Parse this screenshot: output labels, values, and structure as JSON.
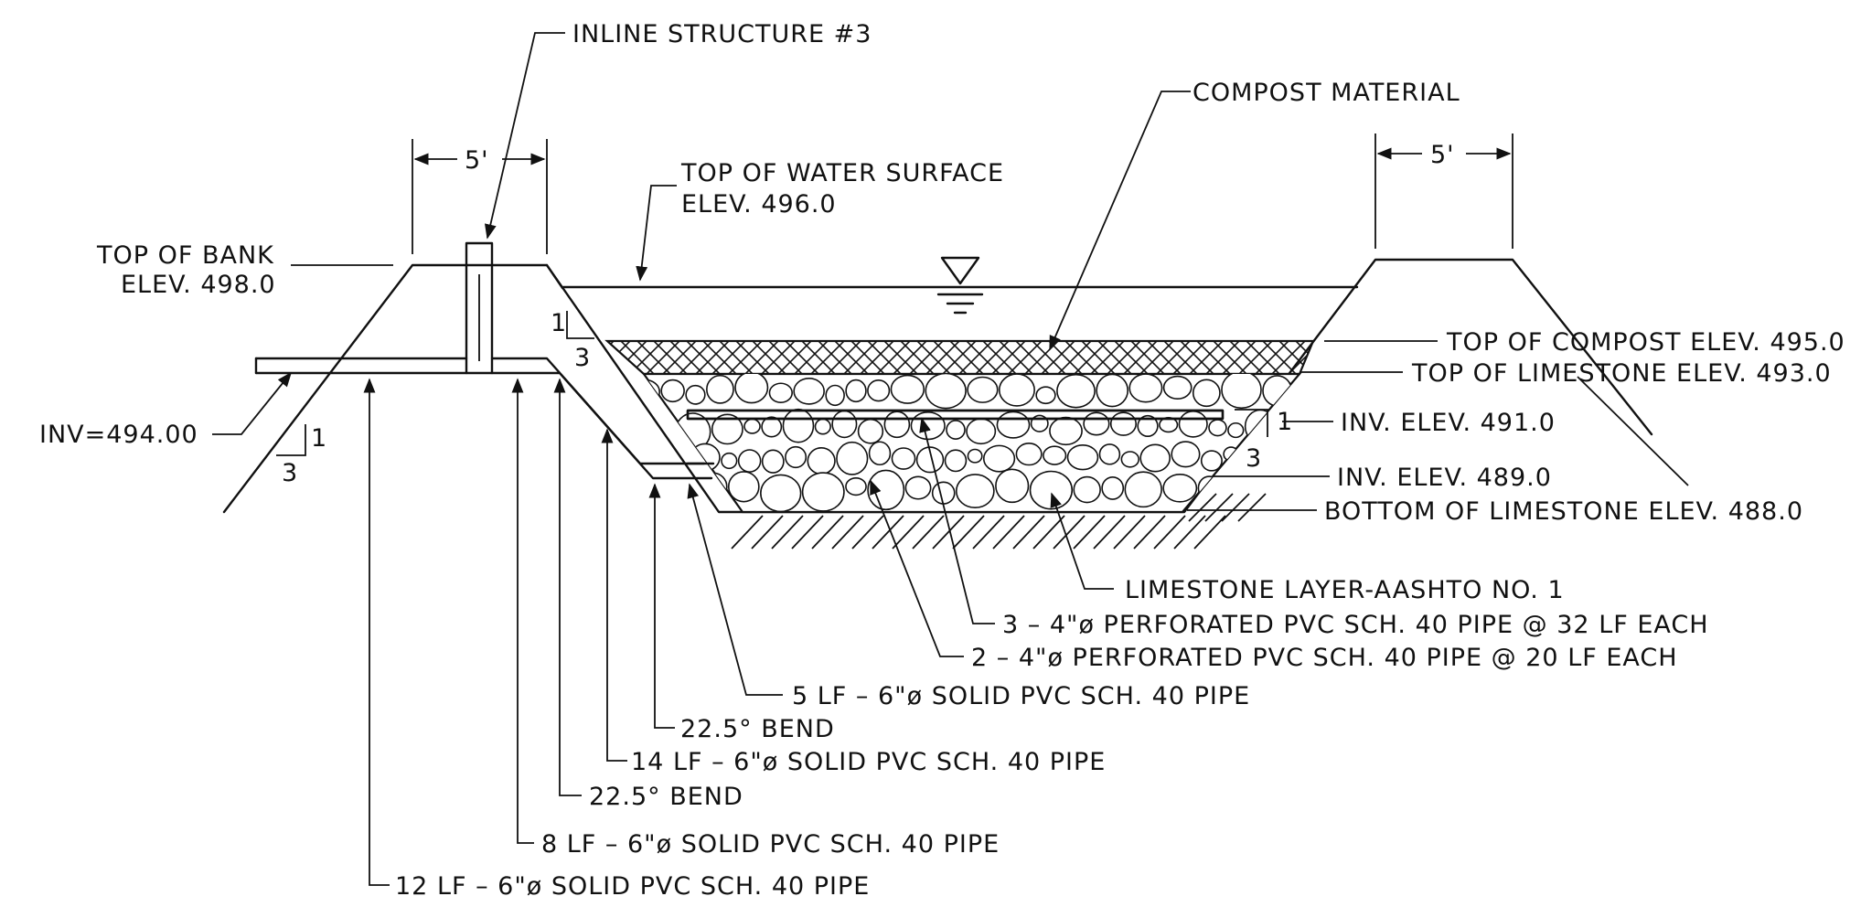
{
  "labels": {
    "inline_structure": "INLINE STRUCTURE #3",
    "compost_material": "COMPOST MATERIAL",
    "dim_left": "5'",
    "dim_right": "5'",
    "top_water_1": "TOP OF WATER SURFACE",
    "top_water_2": "ELEV. 496.0",
    "top_bank_1": "TOP OF BANK",
    "top_bank_2": "ELEV. 498.0",
    "slope_inner_rise": "1",
    "slope_inner_run": "3",
    "slope_left_rise": "1",
    "slope_left_run": "3",
    "slope_right_rise": "1",
    "slope_right_run": "3",
    "inv_494": "INV=494.00",
    "top_compost": "TOP OF COMPOST ELEV. 495.0",
    "top_limestone": "TOP OF LIMESTONE ELEV. 493.0",
    "inv_491": "INV. ELEV. 491.0",
    "inv_489": "INV. ELEV. 489.0",
    "bottom_limestone": "BOTTOM OF LIMESTONE ELEV. 488.0",
    "limestone_layer": "LIMESTONE LAYER-AASHTO NO. 1",
    "perf_3": "3 – 4\"ø PERFORATED PVC SCH. 40 PIPE @ 32 LF EACH",
    "perf_2": "2 – 4\"ø PERFORATED PVC SCH. 40 PIPE @ 20 LF EACH",
    "pipe_5lf": "5 LF – 6\"ø SOLID PVC SCH. 40 PIPE",
    "bend_1": "22.5° BEND",
    "pipe_14lf": "14 LF – 6\"ø SOLID PVC SCH. 40 PIPE",
    "bend_2": "22.5° BEND",
    "pipe_8lf": "8 LF – 6\"ø SOLID PVC SCH. 40 PIPE",
    "pipe_12lf": "12 LF – 6\"ø SOLID PVC SCH. 40 PIPE"
  }
}
